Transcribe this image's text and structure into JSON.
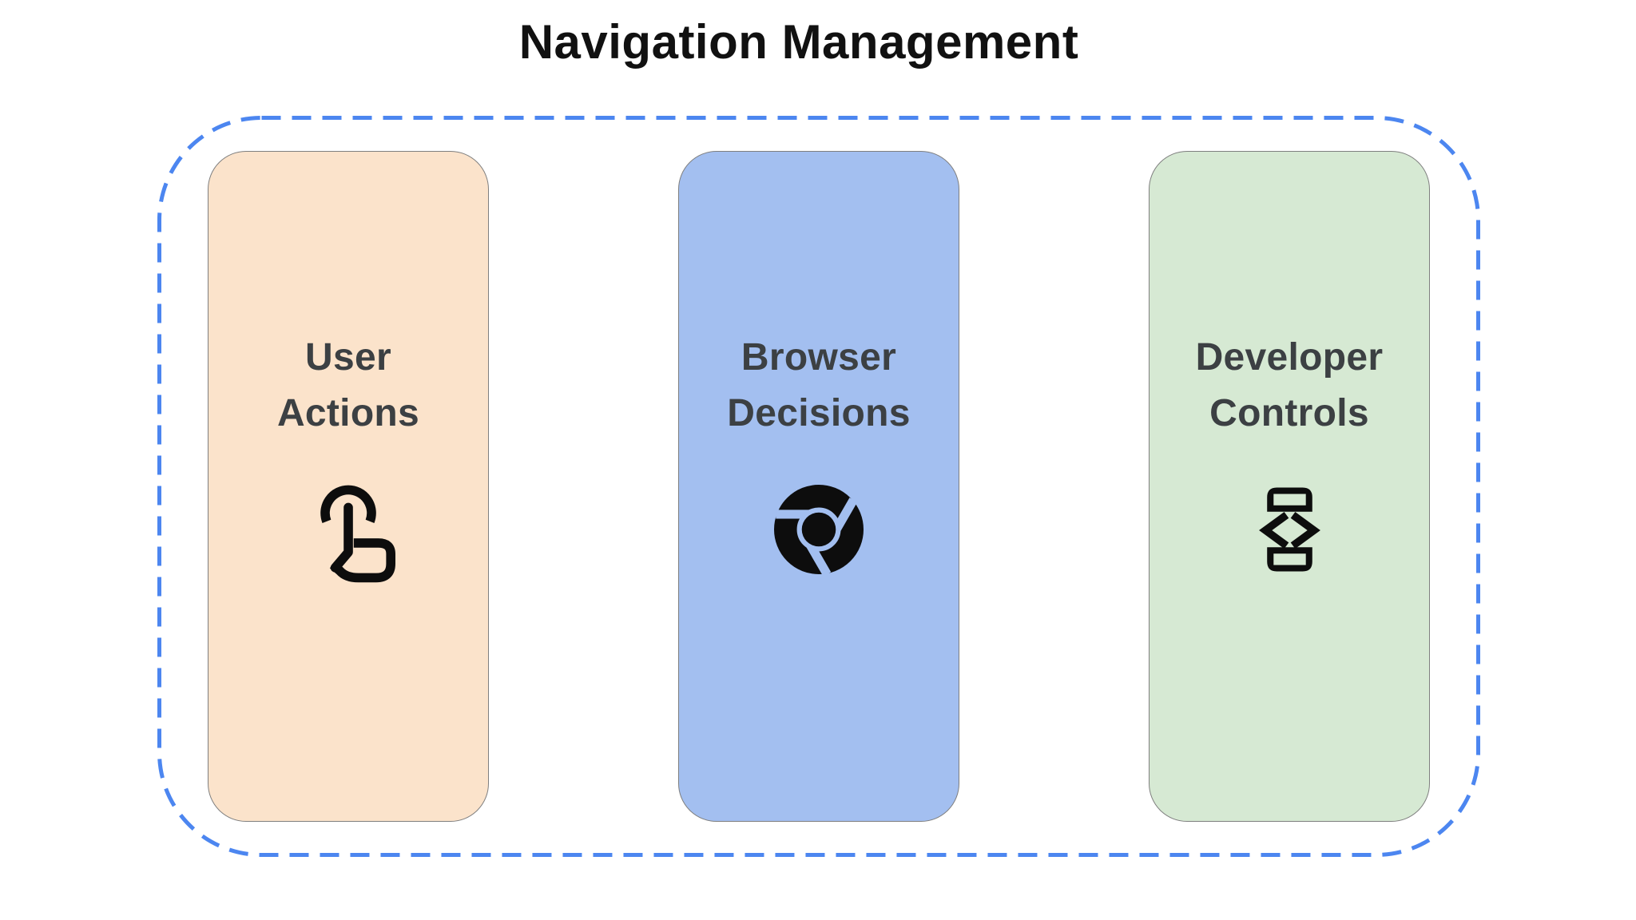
{
  "title": "Navigation Management",
  "frame": {
    "border_color": "#4C86F0"
  },
  "colors": {
    "title_text": "#111111",
    "label_text": "#3C4043",
    "card_border": "#7F7F7F",
    "icon": "#0D0D0D"
  },
  "cards": [
    {
      "name": "user-actions",
      "label": "User Actions",
      "lines": [
        "User",
        "Actions"
      ],
      "bg": "#FBE3CB",
      "icon": "tap-gesture-icon"
    },
    {
      "name": "browser-decisions",
      "label": "Browser Decisions",
      "lines": [
        "Browser",
        "Decisions"
      ],
      "bg": "#A3BFF0",
      "icon": "chrome-browser-icon"
    },
    {
      "name": "developer-controls",
      "label": "Developer Controls",
      "lines": [
        "Developer",
        "Controls"
      ],
      "bg": "#D6E9D3",
      "icon": "developer-mode-icon"
    }
  ]
}
